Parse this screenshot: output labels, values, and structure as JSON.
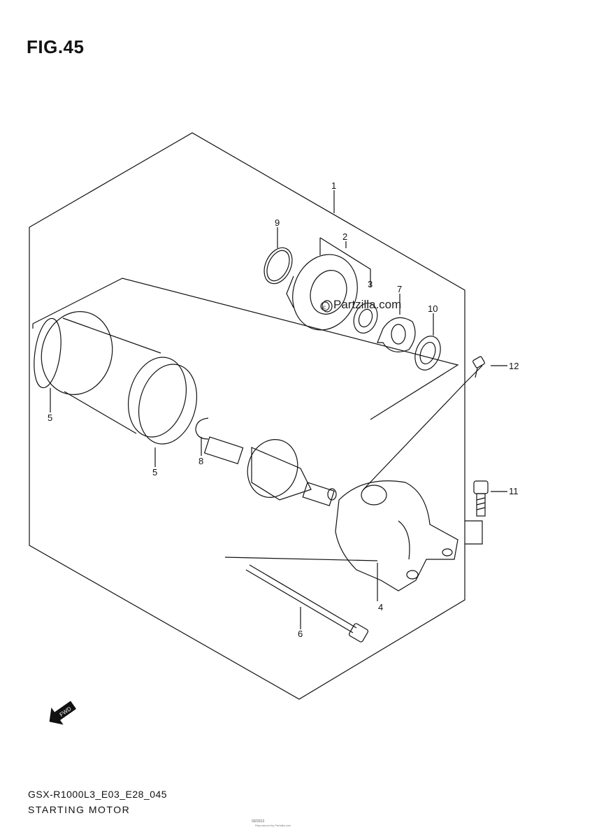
{
  "figure": {
    "title": "FIG.45"
  },
  "watermark": "Partzilla.com",
  "callouts": {
    "c1": "1",
    "c2": "2",
    "c3": "3",
    "c4": "4",
    "c5a": "5",
    "c5b": "5",
    "c6": "6",
    "c7": "7",
    "c8": "8",
    "c9": "9",
    "c10": "10",
    "c11": "11",
    "c12": "12"
  },
  "fwd_icon": {
    "label": "FWD",
    "icon": "forward-arrow-icon"
  },
  "footer": {
    "code": "GSX-R1000L3_E03_E28_045",
    "caption": "STARTING MOTOR",
    "fine_print": "03/2013",
    "fine_print2": "Reproduced by Partzilla.com"
  }
}
